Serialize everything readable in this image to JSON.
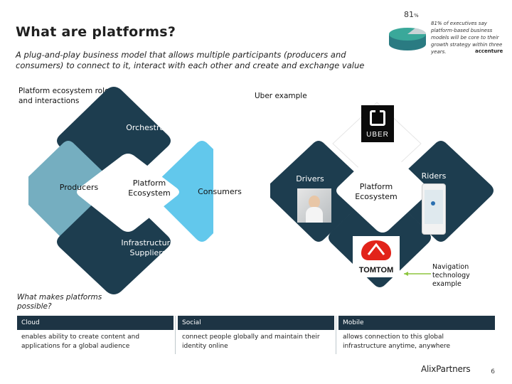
{
  "title": "What are platforms?",
  "subtitle": "A plug-and-play business model that allows multiple participants (producers and consumers) to connect to it, interact with each other and create and exchange value",
  "stat": {
    "value": "81",
    "unit": "%",
    "text": "81% of executives say platform-based business models will be core to their growth strategy within three years.",
    "source": "accenture",
    "fraction": 0.81
  },
  "left_diagram": {
    "heading": "Platform ecosystem roles and interactions",
    "orchestrator": "Orchestrator",
    "producers": "Producers",
    "platform": "Platform Ecosystem",
    "consumers": "Consumers",
    "infrastructure": "Infrastructure Suppliers"
  },
  "right_diagram": {
    "heading": "Uber example",
    "brand": "UBER",
    "drivers": "Drivers",
    "platform": "Platform Ecosystem",
    "riders": "Riders",
    "nav_brand": "TOMTOM",
    "nav_note": "Navigation technology example"
  },
  "question": "What makes platforms possible?",
  "table": {
    "columns": [
      {
        "head": "Cloud",
        "body": "enables ability to create content and applications for a global audience"
      },
      {
        "head": "Social",
        "body": "connect people globally and maintain their identity online"
      },
      {
        "head": "Mobile",
        "body": "allows connection to this global infrastructure anytime, anywhere"
      }
    ]
  },
  "footer": {
    "brand": "AlixPartners",
    "page": "6"
  },
  "colors": {
    "dark": "#1d3d4f",
    "medium": "#75aec0",
    "light": "#62c8ec",
    "gray_text": "#333333"
  }
}
